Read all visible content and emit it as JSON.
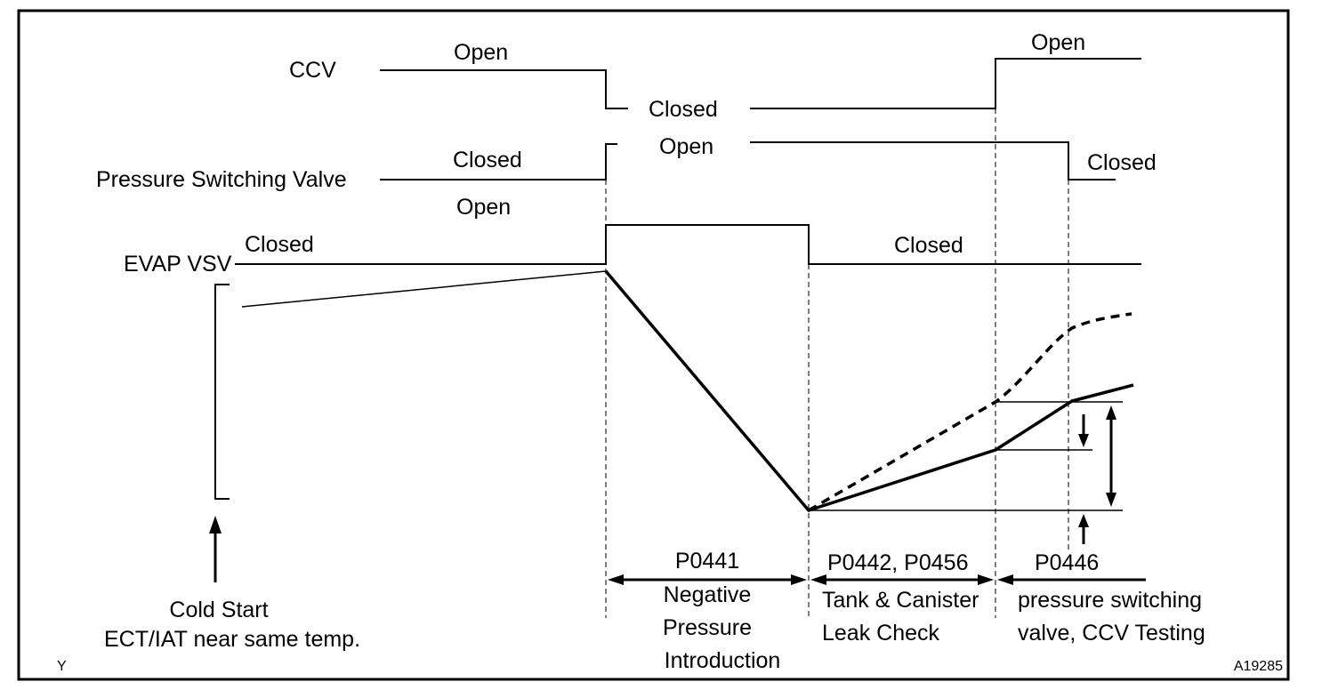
{
  "signals": {
    "ccv": {
      "name": "CCV",
      "state_open_1": "Open",
      "state_closed": "Closed",
      "state_open_2": "Open"
    },
    "pressure_switching_valve": {
      "name": "Pressure Switching Valve",
      "state_closed_1": "Closed",
      "state_open": "Open",
      "state_closed_2": "Closed"
    },
    "evap_vsv": {
      "name": "EVAP VSV",
      "state_closed_1": "Closed",
      "state_open": "Open",
      "state_closed_2": "Closed"
    }
  },
  "phases": {
    "cold_start": {
      "line1": "Cold Start",
      "line2": "ECT/IAT near same temp."
    },
    "p0441": {
      "code": "P0441",
      "line1": "Negative",
      "line2": "Pressure",
      "line3": "Introduction"
    },
    "p0442": {
      "code": "P0442, P0456",
      "line1": "Tank & Canister",
      "line2": "Leak Check"
    },
    "p0446": {
      "code": "P0446",
      "line1": "pressure switching",
      "line2": "valve, CCV Testing"
    }
  },
  "footer": {
    "left_mark": "Y",
    "figure_id": "A19285"
  },
  "colors": {
    "ink": "#000000",
    "background": "#ffffff"
  }
}
